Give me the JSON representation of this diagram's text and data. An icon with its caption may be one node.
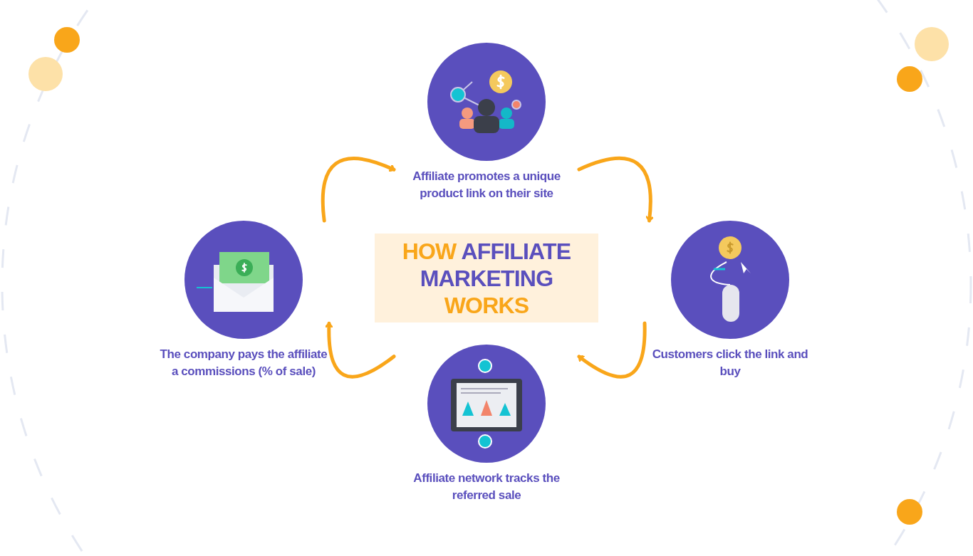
{
  "diagram": {
    "title": "HOW AFFILIATE MARKETING WORKS",
    "nodes": [
      {
        "text": [
          "Affiliate promotes a unique product link on their site"
        ]
      },
      {
        "text": [
          "Customers click the link and buy"
        ]
      },
      {
        "text": [
          "Affiliate network tracks the referred sale"
        ]
      },
      {
        "text": [
          "The company pays the affiliate a commissions (% of sale)"
        ]
      }
    ],
    "edges": [
      {
        "from": 0,
        "to": 1,
        "arrow": "to"
      },
      {
        "from": 1,
        "to": 2,
        "arrow": "to"
      },
      {
        "from": 2,
        "to": 3,
        "arrow": "to"
      },
      {
        "from": 3,
        "to": 0,
        "arrow": "to"
      }
    ]
  }
}
